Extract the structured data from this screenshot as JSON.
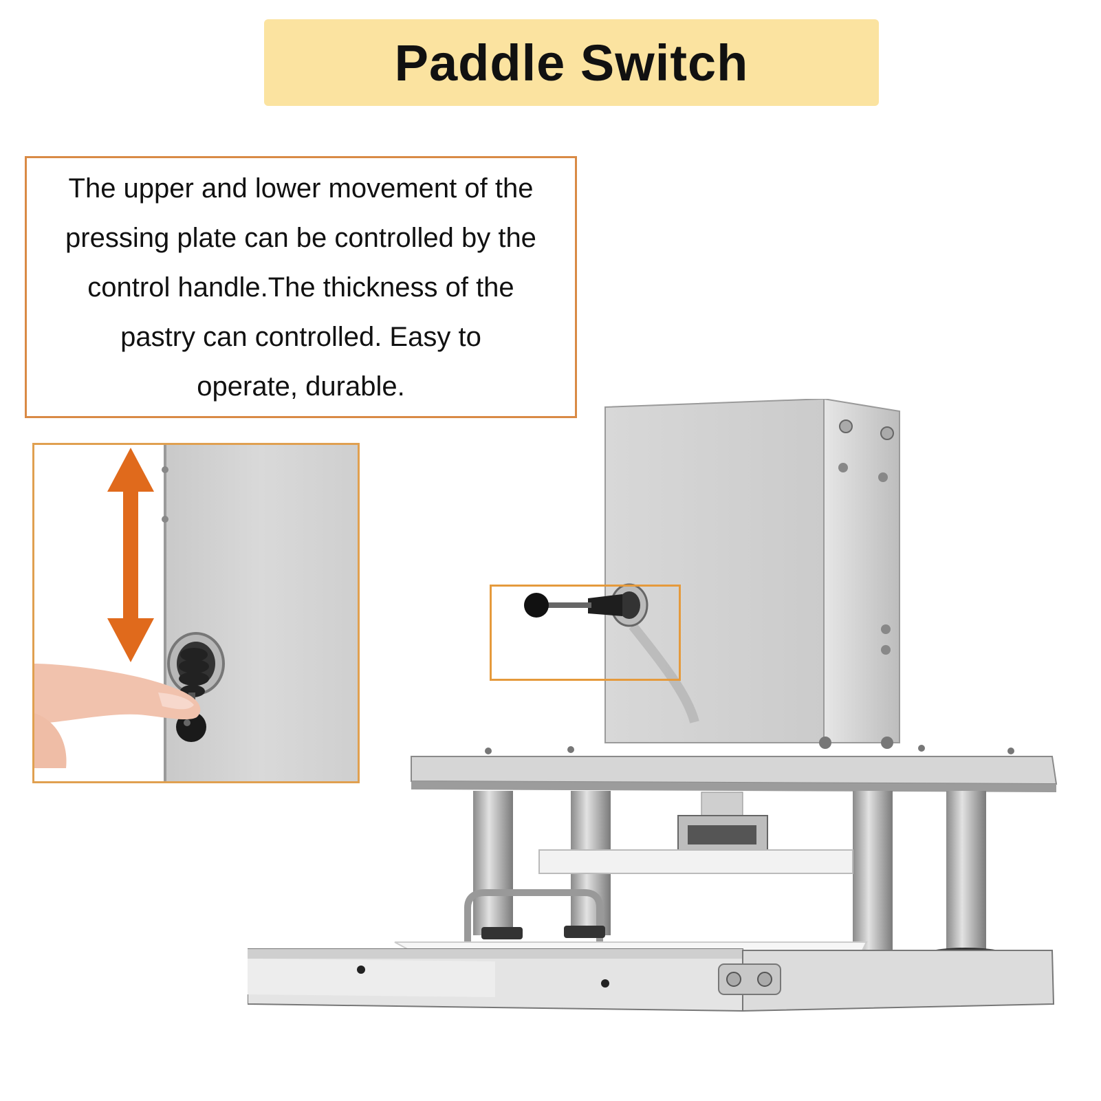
{
  "title": "Paddle Switch",
  "description": {
    "lines": [
      "The upper and lower movement of the",
      "pressing plate can be controlled by the",
      "control handle.The thickness of the",
      "pastry can controlled. Easy to",
      "operate, durable."
    ]
  },
  "colors": {
    "banner": "#fbe3a0",
    "box_border": "#d98a45",
    "arrow": "#e06a1c"
  },
  "icons": {
    "arrow": "up-down-arrow-icon"
  }
}
